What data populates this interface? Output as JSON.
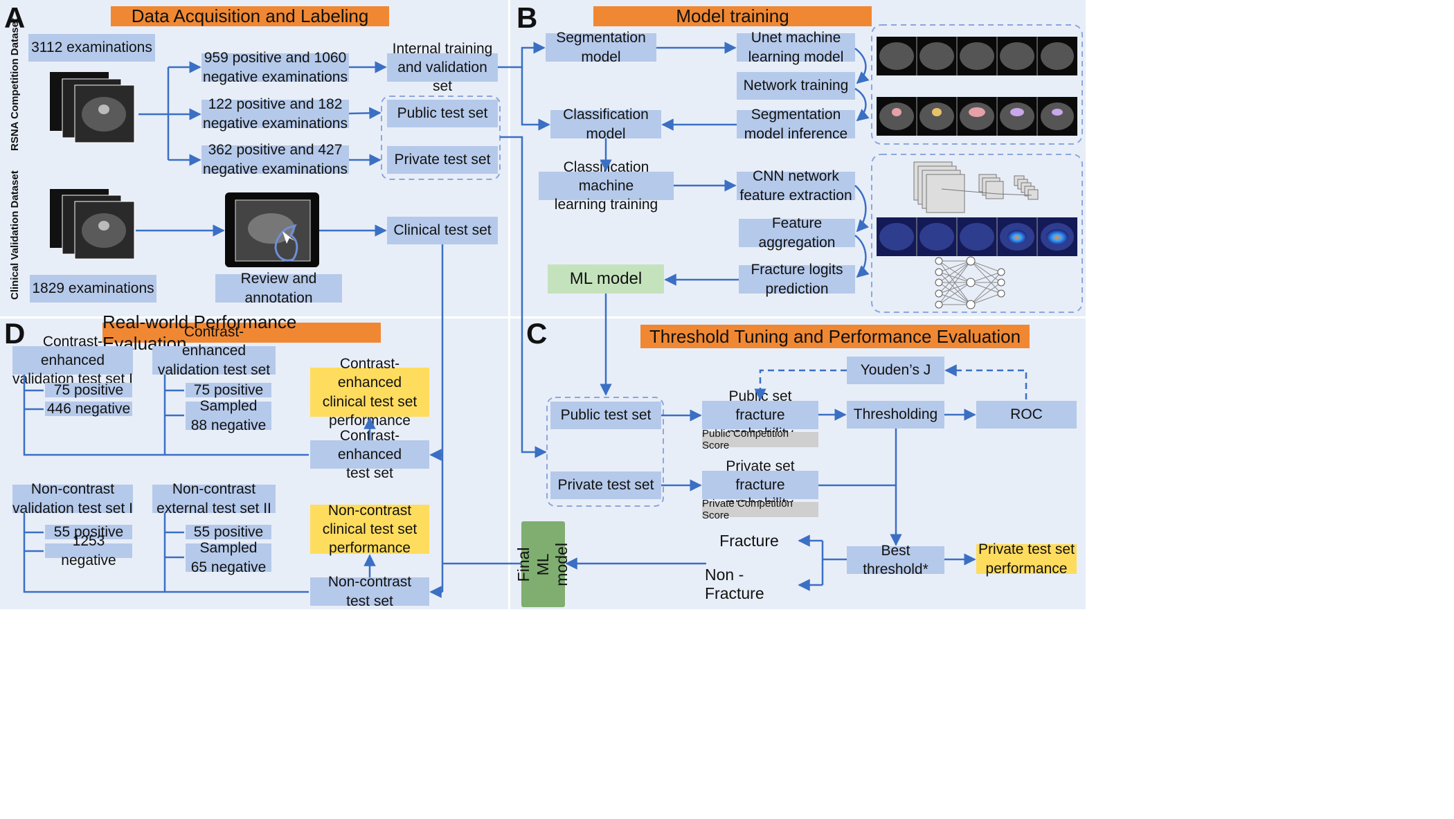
{
  "panels": {
    "A": {
      "letter": "A",
      "title": "Data Acquisition and Labeling",
      "side_label_rsna": "RSNA  Competition Dataset",
      "side_label_clinical": "Clinical Validation Dataset"
    },
    "B": {
      "letter": "B",
      "title": "Model training"
    },
    "C": {
      "letter": "C",
      "title": "Threshold Tuning and Performance Evaluation"
    },
    "D": {
      "letter": "D",
      "title": "Real-world Performance Evaluation"
    }
  },
  "a": {
    "exam_3112": "3112 examinations",
    "split_1": "959 positive and 1060\nnegative examinations",
    "split_2": "122 positive and 182\nnegative examinations",
    "split_3": "362 positive and 427\nnegative examinations",
    "internal": "Internal training\nand validation set",
    "public": "Public test set",
    "private": "Private test set",
    "exam_1829": "1829 examinations",
    "review": "Review and\nannotation",
    "clinical": "Clinical test set"
  },
  "b": {
    "seg": "Segmentation\nmodel",
    "unet": "Unet machine\nlearning model",
    "net_train": "Network training",
    "seg_inf": "Segmentation\nmodel inference",
    "cls": "Classification\nmodel",
    "cls_train": "Classification machine\nlearning training",
    "cnn": "CNN network\nfeature extraction",
    "agg": "Feature\naggregation",
    "logits": "Fracture logits\nprediction",
    "ml": "ML model"
  },
  "c": {
    "youden": "Youden’s J",
    "pub": "Public test set",
    "pub_prob": "Public set fracture\nprobability",
    "pub_score": "Public Competition Score",
    "thresholding": "Thresholding",
    "roc": "ROC",
    "priv": "Private test set",
    "priv_prob": "Private set fracture\nprobability",
    "priv_score": "Private Competition Score",
    "fracture": "Fracture",
    "nonfracture": "Non - Fracture",
    "best": "Best threshold*",
    "priv_perf": "Private test set\nperformance",
    "final": "Final ML\nmodel"
  },
  "d": {
    "ce1": "Contrast-enhanced\nvalidation test set I",
    "ce1_pos": "75 positive",
    "ce1_neg": "446 negative",
    "ce2": "Contrast-enhanced\nvalidation test set II",
    "ce2_pos": "75 positive",
    "ce2_neg": "Sampled\n88 negative",
    "ce_perf": "Contrast-enhanced\nclinical test set\nperformance",
    "ce_test": "Contrast-enhanced\ntest set",
    "nc1": "Non-contrast\nvalidation test set I",
    "nc1_pos": "55 positive",
    "nc1_neg": "1253 negative",
    "nc2": "Non-contrast\nexternal test set II",
    "nc2_pos": "55 positive",
    "nc2_neg": "Sampled\n65 negative",
    "nc_perf": "Non-contrast\nclinical test set\nperformance",
    "nc_test": "Non-contrast\ntest set"
  },
  "colors": {
    "panel": "#e8eef8",
    "box": "#b5c9ea",
    "header": "#f08833",
    "arrow": "#3a6fc4",
    "ml_green": "#c4e3bd",
    "final_green": "#7fae70",
    "yellow": "#fedc5e",
    "score_gray": "#cfcfcf"
  }
}
